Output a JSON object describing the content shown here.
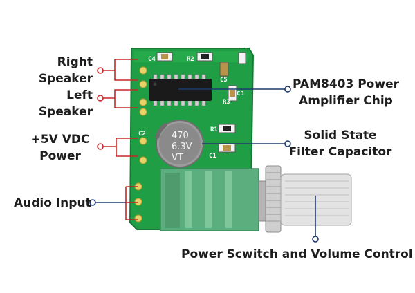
{
  "labels": {
    "right_speaker": [
      "Right",
      "Speaker"
    ],
    "left_speaker": [
      "Left",
      "Speaker"
    ],
    "power_input": [
      "+5V VDC",
      "Power"
    ],
    "audio_input": "Audio Input",
    "amp_chip": [
      "PAM8403 Power",
      "Amplifier Chip"
    ],
    "filter_cap": [
      "Solid State",
      "Filter Capacitor"
    ],
    "volume_control": "Power Scwitch and Volume Control"
  },
  "capacitor_marking": [
    "470",
    "6.3V",
    "VT"
  ],
  "silkscreen": [
    "C4",
    "R2",
    "C5",
    "R3",
    "C3",
    "C2",
    "R1",
    "C1",
    "K"
  ],
  "colors": {
    "pcb": "#1f9e45",
    "left_callout": "#c62828",
    "right_callout": "#1e3a6e",
    "potentiometer": "#5cae7e",
    "text": "#1d1d1d"
  }
}
